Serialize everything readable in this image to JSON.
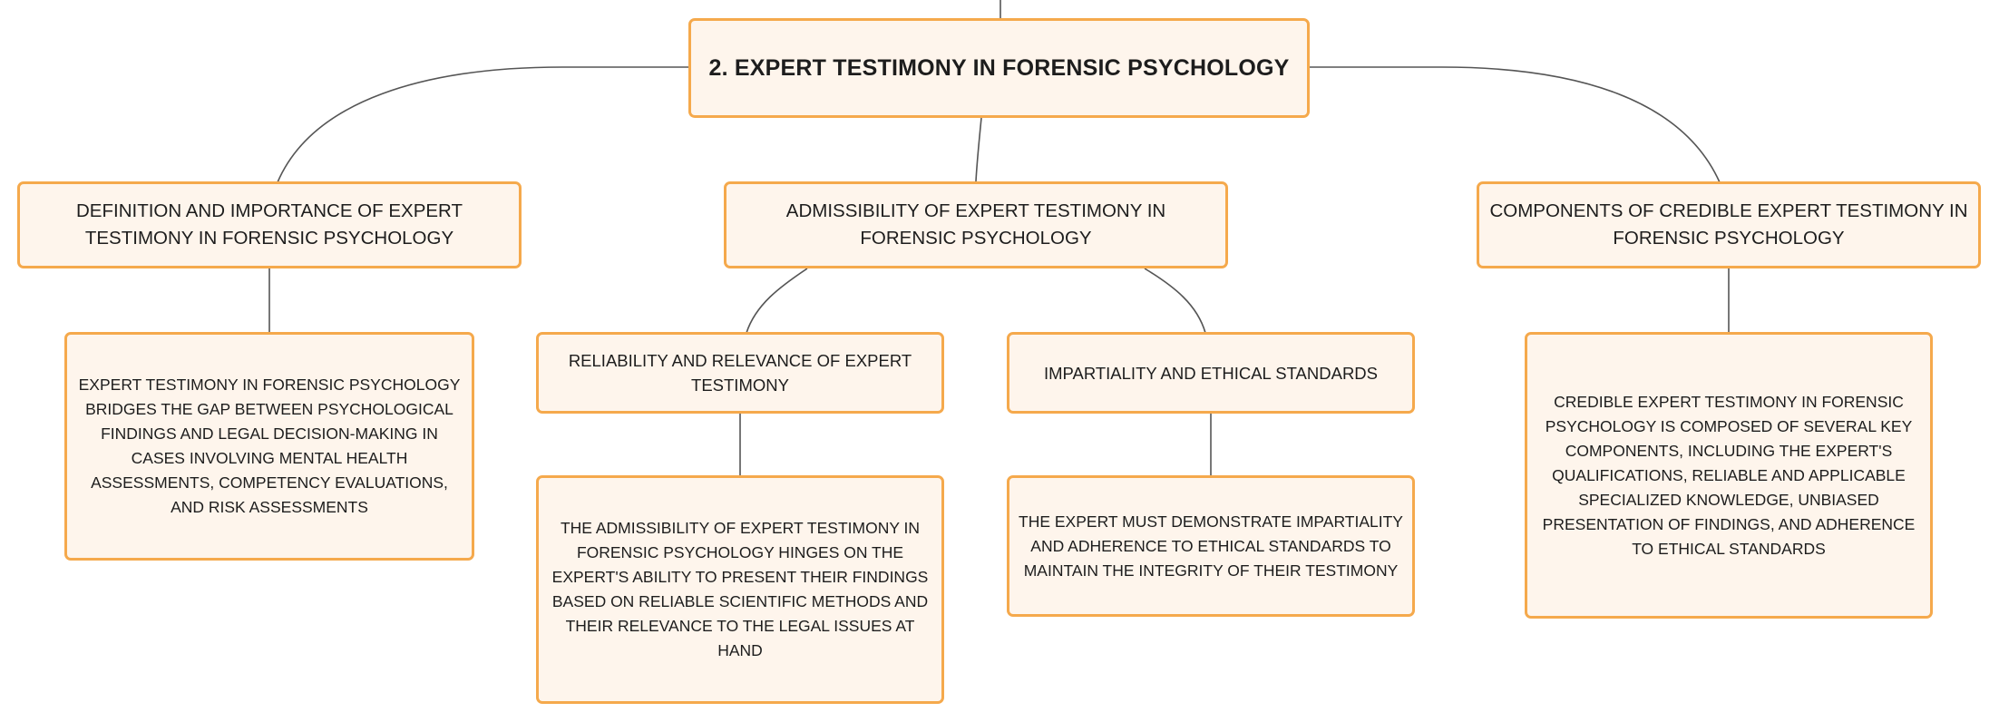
{
  "diagram": {
    "root": {
      "label": "2. EXPERT TESTIMONY IN FORENSIC PSYCHOLOGY"
    },
    "branches": [
      {
        "label": "DEFINITION AND IMPORTANCE OF EXPERT TESTIMONY IN FORENSIC PSYCHOLOGY",
        "detail": "EXPERT TESTIMONY IN FORENSIC PSYCHOLOGY BRIDGES THE GAP BETWEEN PSYCHOLOGICAL FINDINGS AND LEGAL DECISION-MAKING IN CASES INVOLVING MENTAL HEALTH ASSESSMENTS, COMPETENCY EVALUATIONS, AND RISK ASSESSMENTS"
      },
      {
        "label": "ADMISSIBILITY OF EXPERT TESTIMONY IN FORENSIC PSYCHOLOGY",
        "children": [
          {
            "label": "RELIABILITY AND RELEVANCE OF EXPERT TESTIMONY",
            "detail": "THE ADMISSIBILITY OF EXPERT TESTIMONY IN FORENSIC PSYCHOLOGY HINGES ON THE EXPERT'S ABILITY TO PRESENT THEIR FINDINGS BASED ON RELIABLE SCIENTIFIC METHODS AND THEIR RELEVANCE TO THE LEGAL ISSUES AT HAND"
          },
          {
            "label": "IMPARTIALITY AND ETHICAL STANDARDS",
            "detail": "THE EXPERT MUST DEMONSTRATE IMPARTIALITY AND ADHERENCE TO ETHICAL STANDARDS TO MAINTAIN THE INTEGRITY OF THEIR TESTIMONY"
          }
        ]
      },
      {
        "label": "COMPONENTS OF CREDIBLE EXPERT TESTIMONY IN FORENSIC PSYCHOLOGY",
        "detail": "CREDIBLE EXPERT TESTIMONY IN FORENSIC PSYCHOLOGY IS COMPOSED OF SEVERAL KEY COMPONENTS, INCLUDING THE EXPERT'S QUALIFICATIONS, RELIABLE AND APPLICABLE SPECIALIZED KNOWLEDGE, UNBIASED PRESENTATION OF FINDINGS, AND ADHERENCE TO ETHICAL STANDARDS"
      }
    ]
  },
  "colors": {
    "node_fill": "#fef5ec",
    "node_border": "#f5a94c",
    "connector": "#555555",
    "text": "#1d1d1d"
  }
}
